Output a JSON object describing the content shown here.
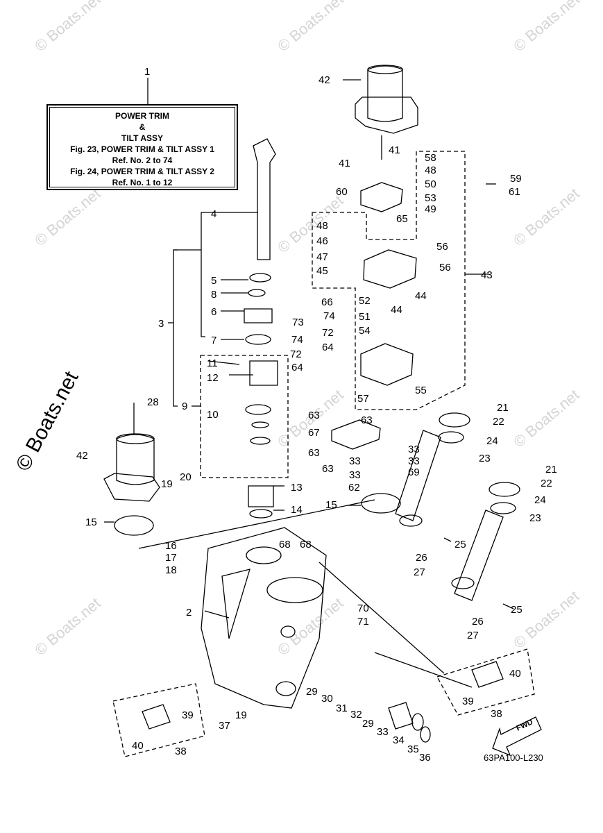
{
  "watermark": "© Boats.net",
  "watermark_main": "© Boats.net",
  "title_box": {
    "number": "1",
    "line1": "POWER TRIM",
    "line2": "&",
    "line3": "TILT ASSY",
    "line4": "Fig. 23, POWER TRIM & TILT ASSY 1",
    "line5": "Ref. No. 2 to 74",
    "line6": "Fig. 24, POWER TRIM & TILT ASSY 2",
    "line7": "Ref. No. 1 to 12"
  },
  "fwd_label": "FWD",
  "diagram_code": "63PA100-L230",
  "callouts": [
    "42",
    "41",
    "41",
    "58",
    "48",
    "50",
    "53",
    "49",
    "59",
    "61",
    "60",
    "65",
    "48",
    "46",
    "47",
    "45",
    "56",
    "56",
    "43",
    "44",
    "44",
    "52",
    "51",
    "54",
    "66",
    "74",
    "72",
    "73",
    "74",
    "72",
    "64",
    "64",
    "4",
    "5",
    "8",
    "6",
    "3",
    "7",
    "11",
    "12",
    "9",
    "10",
    "28",
    "42",
    "20",
    "19",
    "21",
    "22",
    "24",
    "23",
    "63",
    "63",
    "67",
    "63",
    "63",
    "33",
    "33",
    "33",
    "33",
    "69",
    "62",
    "57",
    "55",
    "13",
    "14",
    "15",
    "15",
    "21",
    "22",
    "24",
    "23",
    "16",
    "17",
    "18",
    "68",
    "68",
    "25",
    "26",
    "27",
    "2",
    "70",
    "71",
    "25",
    "26",
    "27",
    "40",
    "39",
    "38",
    "29",
    "30",
    "31",
    "32",
    "29",
    "33",
    "34",
    "35",
    "36",
    "39",
    "37",
    "19",
    "40",
    "38"
  ]
}
